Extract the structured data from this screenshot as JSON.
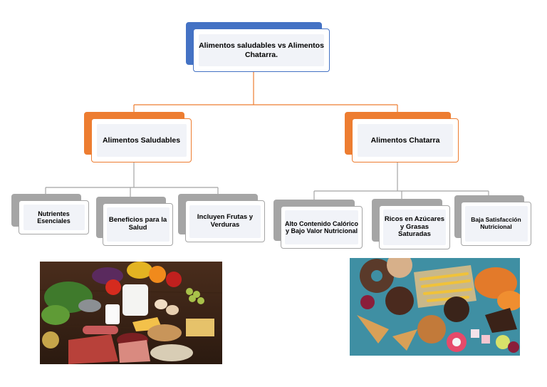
{
  "root": {
    "label": "Alimentos saludables vs Alimentos Chatarra."
  },
  "branches": [
    {
      "label": "Alimentos Saludables",
      "children": [
        "Nutrientes Esenciales",
        "Beneficios para la Salud",
        "Incluyen Frutas y Verduras"
      ]
    },
    {
      "label": "Alimentos Chatarra",
      "children": [
        "Alto Contenido Calórico y Bajo Valor Nutricional",
        "Ricos en Azúcares y Grasas Saturadas",
        "Baja Satisfacción Nutricional"
      ]
    }
  ],
  "images": {
    "healthy": "healthy-food-photo",
    "junk": "junk-food-photo"
  },
  "colors": {
    "root_accent": "#4472c4",
    "branch_accent": "#ed7d31",
    "leaf_accent": "#a5a5a5",
    "connector": "#ed7d31",
    "leaf_connector": "#a5a5a5"
  }
}
